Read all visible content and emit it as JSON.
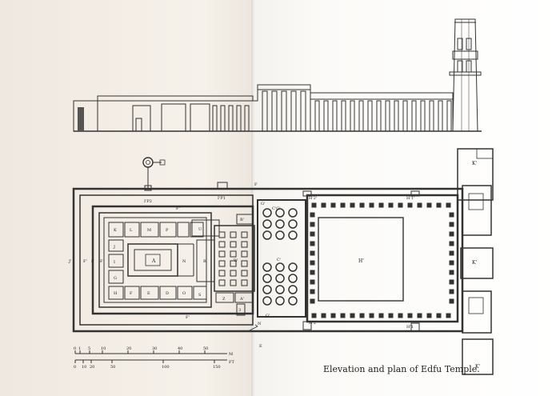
{
  "caption": "Elevation and plan of Edfu Temple.",
  "scale": {
    "metric_ticks": [
      "0",
      "1",
      "5",
      "10",
      "20",
      "30",
      "40",
      "50"
    ],
    "metric_unit": "M",
    "imperial_ticks": [
      "0",
      "10",
      "20",
      "50",
      "100",
      "150"
    ],
    "imperial_unit": "FT"
  },
  "north_label": "N",
  "plan_labels": {
    "pylon": "K'",
    "court": "H'",
    "hypostyle_outer": "C'G'",
    "hypostyle_center": "C'",
    "hypostyle_bottom": "G'",
    "hall_w": "W",
    "sanctuary": "A",
    "sanctuary_n": "N",
    "room_r": "R",
    "rooms_top": [
      "K",
      "L",
      "M",
      "P"
    ],
    "rooms_bottom": [
      "H",
      "F",
      "E",
      "D",
      "O",
      "S"
    ],
    "rooms_left": [
      "J",
      "I",
      "G"
    ],
    "corridor_f": "F",
    "corridor_f2": "F'",
    "side_j": "J'",
    "side_f": "F",
    "side_fp": "F'",
    "door_h2": "H'2'",
    "door_h1": "H'1'",
    "door_h2b": "H'2",
    "door_h1b": "H'1",
    "door_ip2": "I'P2",
    "door_ip1": "I'P1",
    "small_z": "Z",
    "small_a": "A'",
    "small_b": "B'",
    "small_u": "U",
    "small_3": "3",
    "exit_e": "E"
  }
}
